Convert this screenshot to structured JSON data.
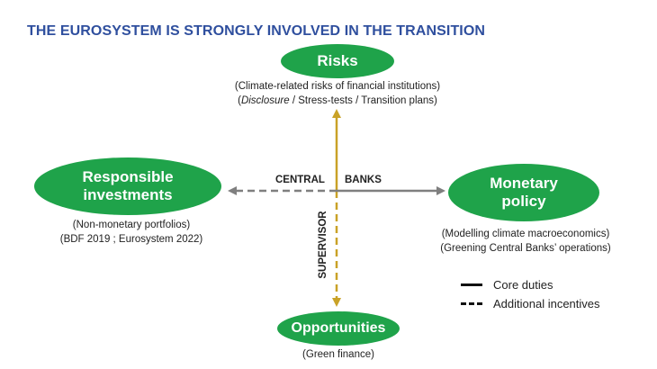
{
  "title": "THE EUROSYSTEM IS STRONGLY INVOLVED IN THE TRANSITION",
  "nodes": {
    "risks": {
      "label": "Risks",
      "note_line1": "(Climate-related risks of financial institutions)",
      "note_line2_italic": "Disclosure",
      "note_line2_rest": " / Stress-tests / Transition plans)"
    },
    "responsible": {
      "label_line1": "Responsible",
      "label_line2": "investments",
      "note_line1": "(Non-monetary portfolios)",
      "note_line2": "(BDF 2019 ; Eurosystem 2022)"
    },
    "monetary": {
      "label_line1": "Monetary",
      "label_line2": "policy",
      "note_line1": "(Modelling climate macroeconomics)",
      "note_line2": "(Greening Central Banks’ operations)"
    },
    "opportunities": {
      "label": "Opportunities",
      "note": "(Green finance)"
    }
  },
  "axis_labels": {
    "central": "CENTRAL",
    "banks": "BANKS",
    "supervisor": "SUPERVISOR"
  },
  "legend": {
    "core": "Core duties",
    "additional": "Additional incentives"
  },
  "colors": {
    "title": "#2F4F9E",
    "node_fill": "#1FA34A",
    "gold_arrow": "#C9A227",
    "gray_arrow": "#7F7F7F"
  }
}
